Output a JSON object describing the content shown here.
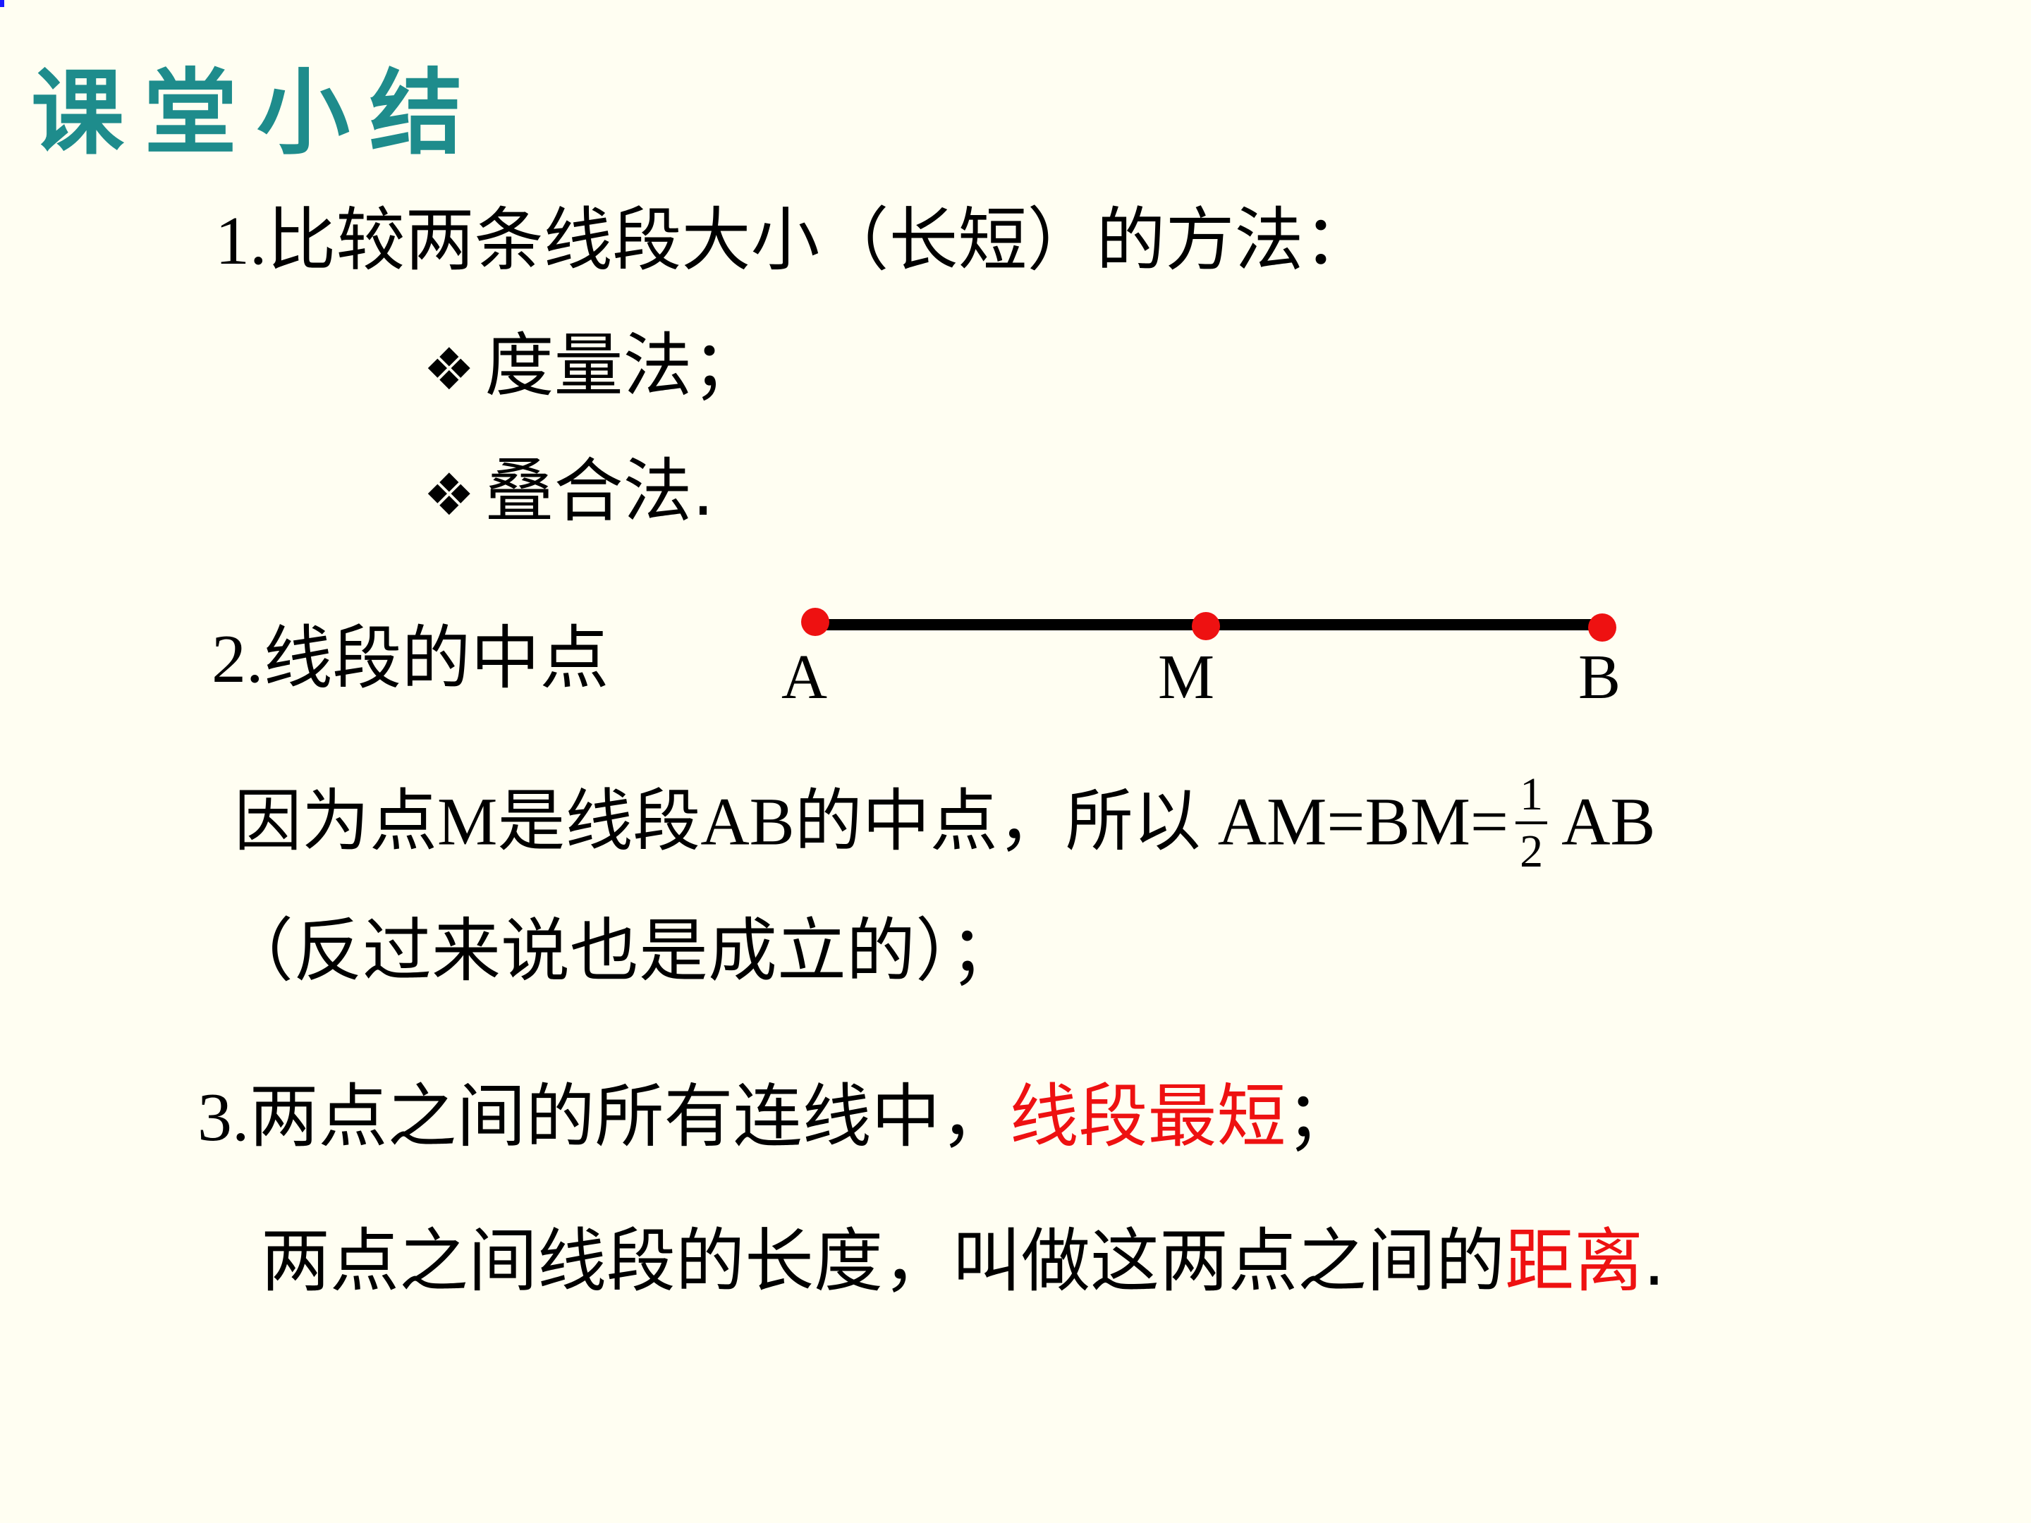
{
  "title": "课堂小结",
  "item1": {
    "number": "1.",
    "text": "比较两条线段大小（长短）的方法：",
    "methods": [
      {
        "bullet": "❖",
        "text": "度量法；"
      },
      {
        "bullet": "❖",
        "text": "叠合法."
      }
    ]
  },
  "item2": {
    "number": "2.",
    "text": "线段的中点",
    "points": [
      {
        "label": "A"
      },
      {
        "label": "M"
      },
      {
        "label": "B"
      }
    ],
    "statement_part1": "因为点M是线段AB的中点，所以 AM=BM=",
    "fraction_numerator": "1",
    "fraction_denominator": "2",
    "statement_part2": "AB",
    "statement_line2": "（反过来说也是成立的）；"
  },
  "item3": {
    "number": "3.",
    "text_before": "两点之间的所有连线中，",
    "highlight": "线段最短",
    "text_after": "；",
    "line2_before": "两点之间线段的长度，叫做这两点之间的",
    "line2_highlight": "距离",
    "line2_after": "."
  },
  "colors": {
    "background": "#FFFEF2",
    "title": "#1E8C8C",
    "highlight": "#EE1111",
    "point": "#EE1111"
  }
}
